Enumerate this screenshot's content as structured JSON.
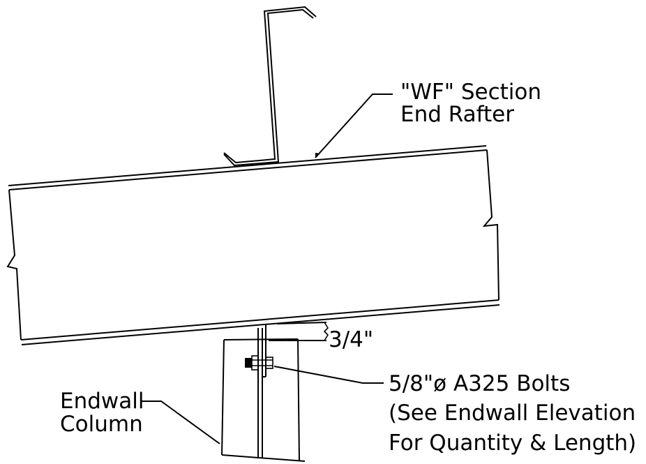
{
  "labels": {
    "rafter_line1": "\"WF\" Section",
    "rafter_line2": "End Rafter",
    "gap_dim": "3/4\"",
    "bolts_line1": "5/8\"ø A325 Bolts",
    "bolts_line2": "(See Endwall Elevation",
    "bolts_line3": "For Quantity & Length)",
    "column_line1": "Endwall",
    "column_line2": "Column"
  }
}
